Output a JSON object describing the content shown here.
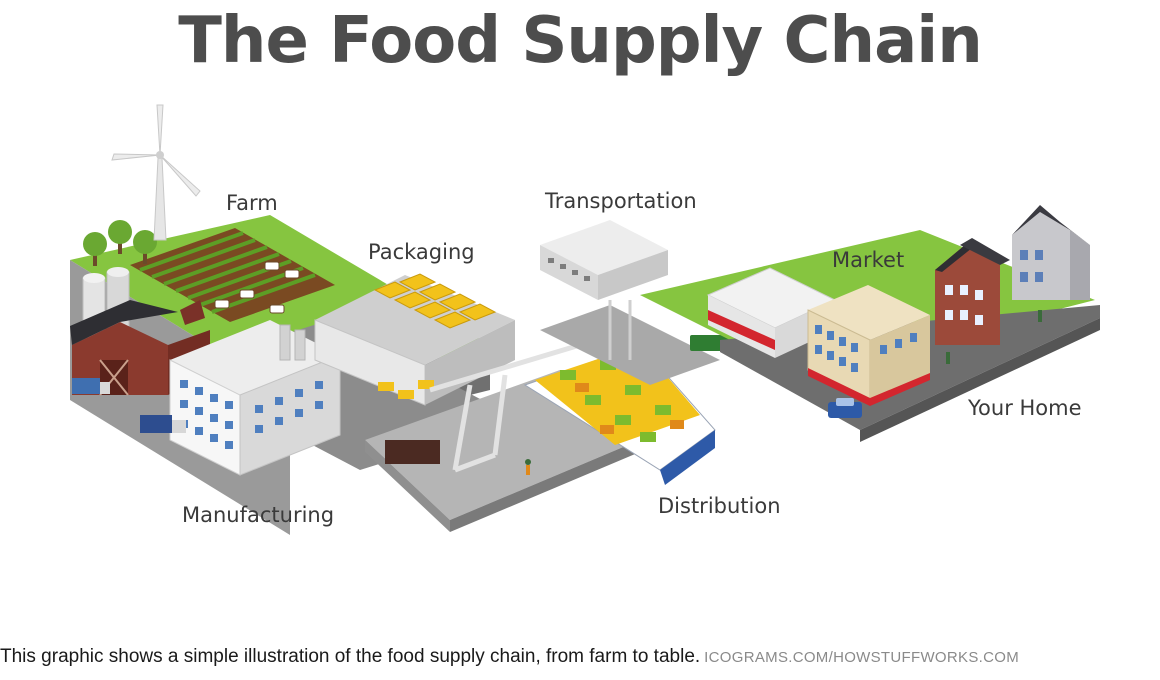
{
  "title": "The Food Supply Chain",
  "labels": {
    "farm": "Farm",
    "packaging": "Packaging",
    "transportation": "Transportation",
    "market": "Market",
    "your_home": "Your Home",
    "manufacturing": "Manufacturing",
    "distribution": "Distribution"
  },
  "caption": {
    "text": "This graphic shows a simple illustration of the food supply chain, from farm to table.",
    "credit": "ICOGRAMS.COM/HOWSTUFFWORKS.COM"
  },
  "colors": {
    "grass": "#86c540",
    "road": "#6e6e6e",
    "platform": "#b5b5b5",
    "container_yellow": "#f2c21b",
    "container_green": "#7dbb2e",
    "barn": "#8b3a2e",
    "title": "#4d4d4d"
  }
}
